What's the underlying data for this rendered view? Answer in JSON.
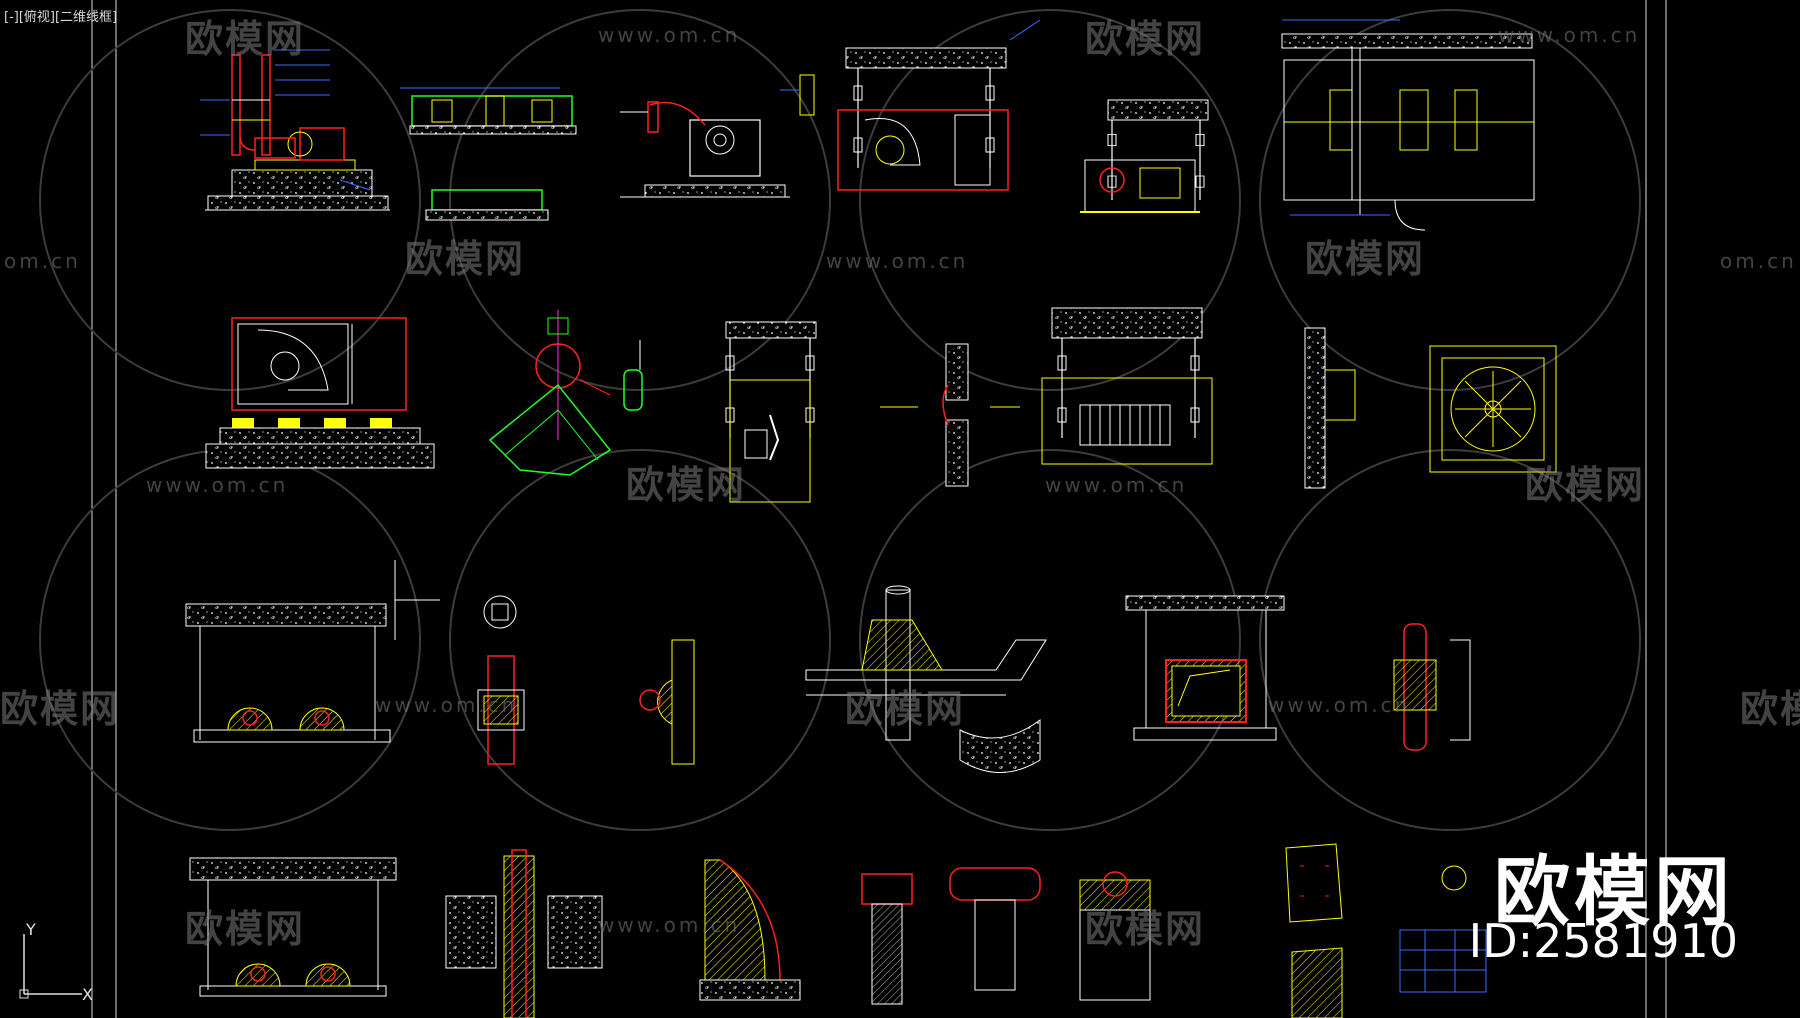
{
  "viewport": {
    "label": "[-][俯视][二维线框]"
  },
  "watermark": {
    "brand": "欧模网",
    "url": "www.om.cn",
    "url_short": "om.cn"
  },
  "stamp": {
    "brand": "欧模网",
    "id": "ID:2581910"
  },
  "ucs": {
    "x": "X",
    "y": "Y"
  },
  "colors": {
    "cyan": "#00ffff",
    "yellow": "#ffff00",
    "red": "#ff2020",
    "green": "#22ff22",
    "blue": "#3a6dff",
    "white": "#ffffff",
    "magenta": "#ff33cc"
  }
}
